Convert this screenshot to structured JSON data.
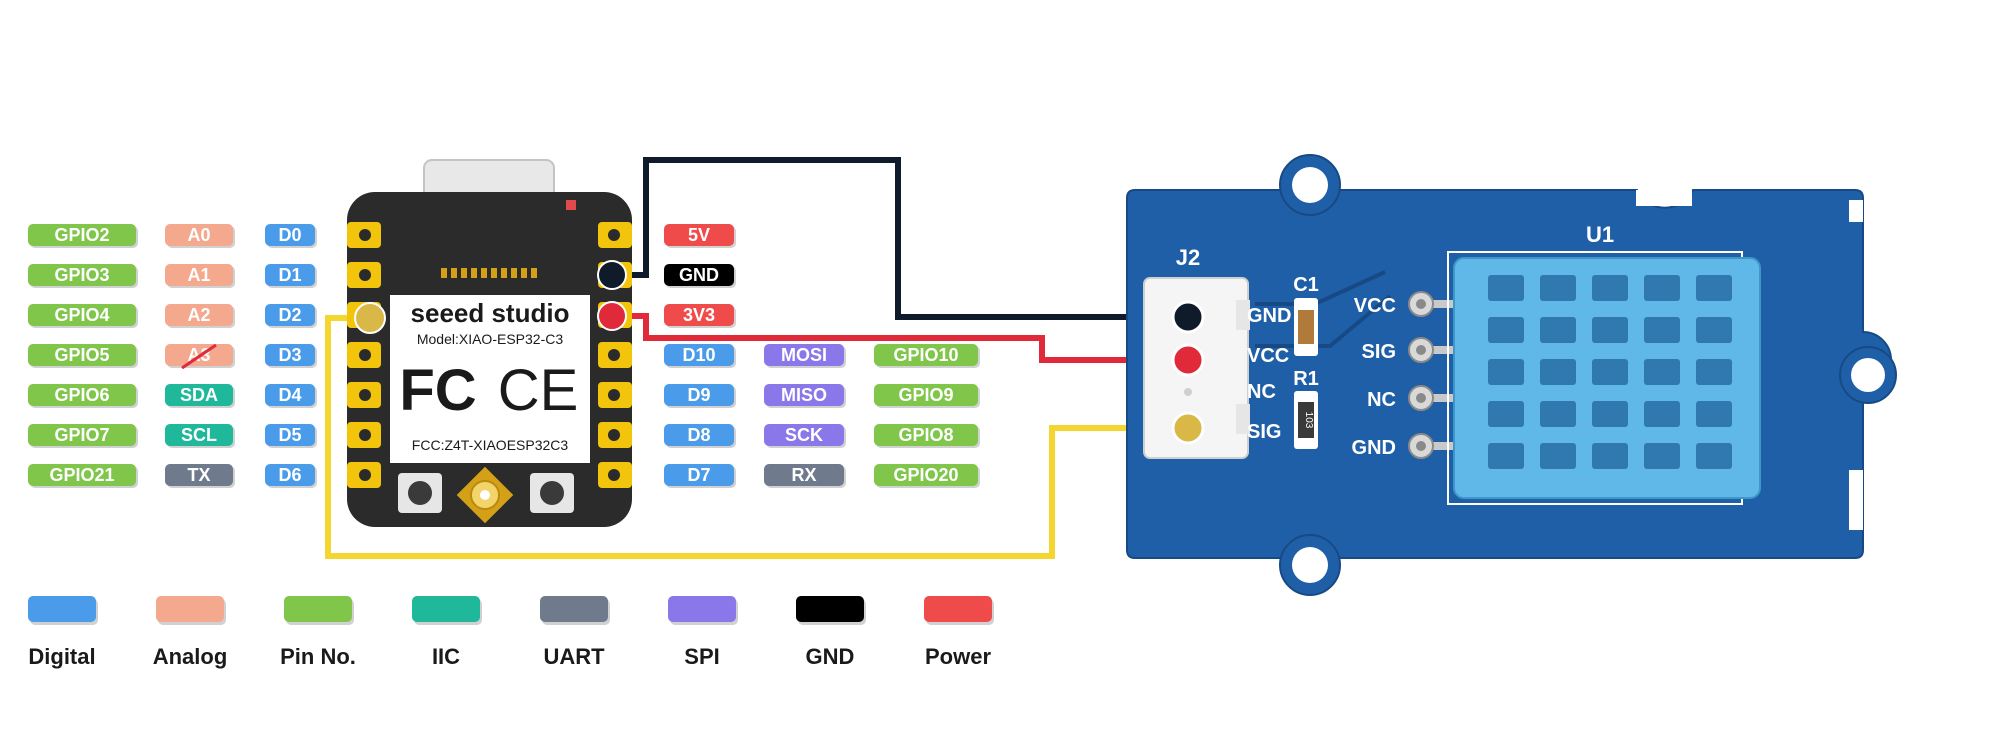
{
  "colors": {
    "digital": "#4a9be9",
    "analog": "#f4a88e",
    "pin_no": "#7fc64a",
    "iic": "#1fb89a",
    "uart": "#6f7b8c",
    "spi": "#8a78ea",
    "gnd": "#000000",
    "power": "#ef4b4b",
    "wire_gnd": "#0f1a2a",
    "wire_vcc": "#e02a3a",
    "wire_sig": "#f3d630",
    "pcb_blue": "#1f5fa8",
    "sensor_blue": "#5fb8e8"
  },
  "xiao": {
    "brand": "seeed studio",
    "model": "Model:XIAO-ESP32-C3",
    "fcc_logo": "FC",
    "ce_logo": "CE",
    "fcc_id": "FCC:Z4T-XIAOESP32C3"
  },
  "left_pins": {
    "gpio": [
      "GPIO2",
      "GPIO3",
      "GPIO4",
      "GPIO5",
      "GPIO6",
      "GPIO7",
      "GPIO21"
    ],
    "func": [
      "A0",
      "A1",
      "A2",
      "A3",
      "SDA",
      "SCL",
      "TX"
    ],
    "digital": [
      "D0",
      "D1",
      "D2",
      "D3",
      "D4",
      "D5",
      "D6"
    ]
  },
  "right_power": [
    "5V",
    "GND",
    "3V3"
  ],
  "right_pins": {
    "digital": [
      "D10",
      "D9",
      "D8",
      "D7"
    ],
    "func": [
      "MOSI",
      "MISO",
      "SCK",
      "RX"
    ],
    "gpio": [
      "GPIO10",
      "GPIO9",
      "GPIO8",
      "GPIO20"
    ]
  },
  "grove": {
    "connector_label": "J2",
    "connector_pins": [
      "GND",
      "VCC",
      "NC",
      "SIG"
    ],
    "cap_label": "C1",
    "res_label": "R1",
    "res_marking": "103",
    "sensor_label": "U1",
    "sensor_pins": [
      "VCC",
      "SIG",
      "NC",
      "GND"
    ]
  },
  "legend": [
    "Digital",
    "Analog",
    "Pin No.",
    "IIC",
    "UART",
    "SPI",
    "GND",
    "Power"
  ]
}
